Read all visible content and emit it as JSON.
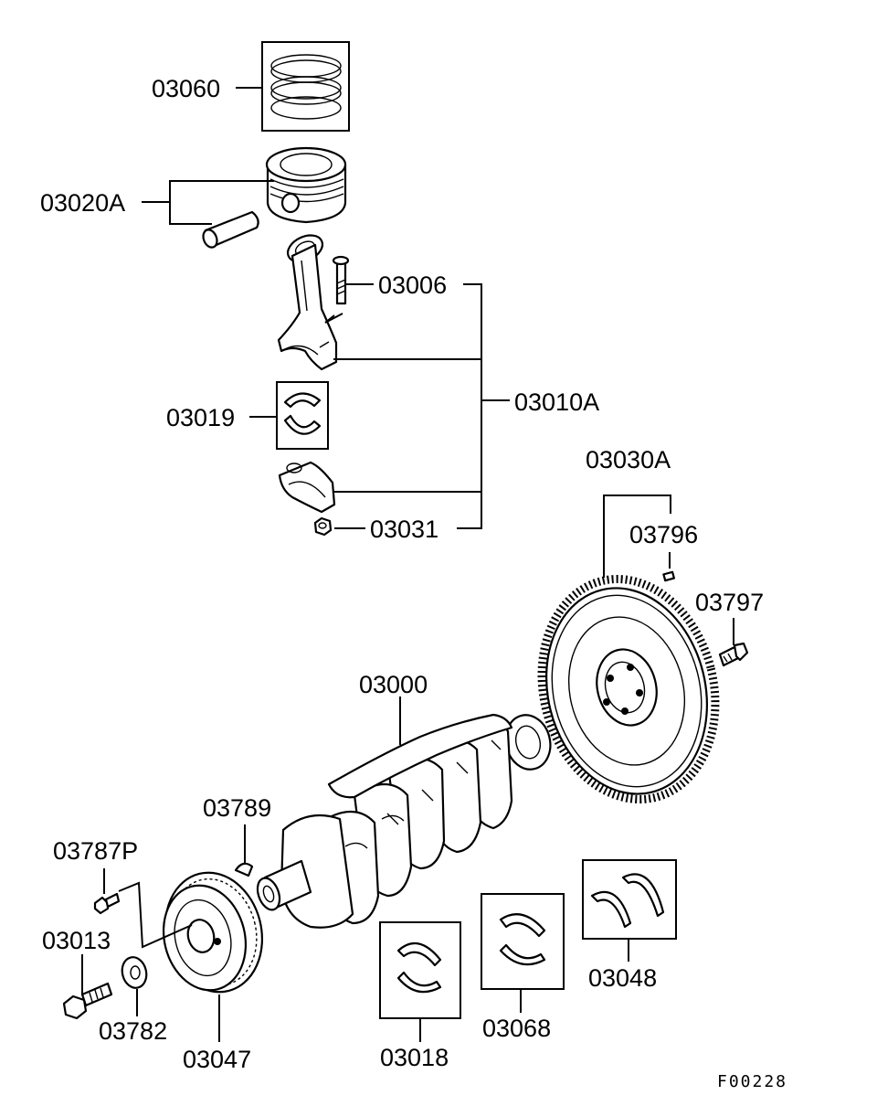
{
  "labels": {
    "p03060": "03060",
    "p03020a": "03020A",
    "p03006": "03006",
    "p03010a": "03010A",
    "p03019": "03019",
    "p03031": "03031",
    "p03030a": "03030A",
    "p03796": "03796",
    "p03797": "03797",
    "p03000": "03000",
    "p03789": "03789",
    "p03787p": "03787P",
    "p03013": "03013",
    "p03782": "03782",
    "p03047": "03047",
    "p03018": "03018",
    "p03068": "03068",
    "p03048": "03048"
  },
  "figure_code": "F00228"
}
